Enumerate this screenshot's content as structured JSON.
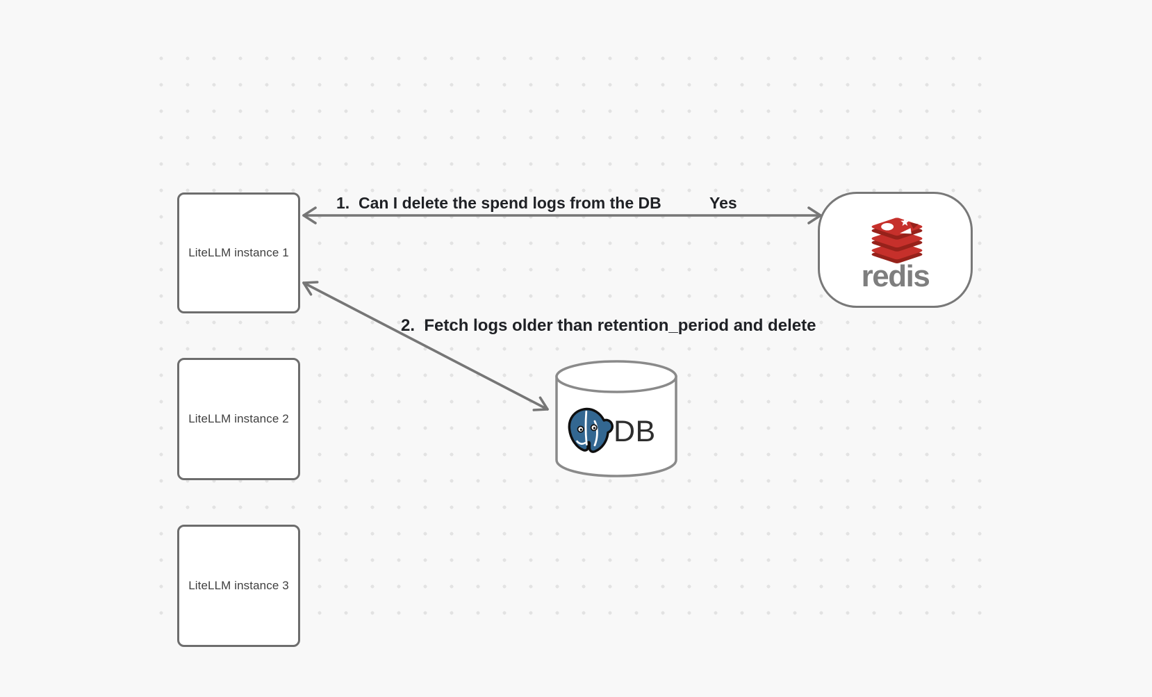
{
  "diagram": {
    "background_color": "#f8f8f8",
    "dot_color": "#e3e3e3",
    "stroke_color": "#767676",
    "nodes": {
      "instance1": "LiteLLM instance 1",
      "instance2": "LiteLLM instance 2",
      "instance3": "LiteLLM instance 3",
      "redis_wordmark": "redis",
      "db_label": "DB"
    },
    "arrows": {
      "arrow1": {
        "label": "1.  Can I delete the spend logs from the DB",
        "answer": "Yes",
        "from": "LiteLLM instance 1",
        "to": "redis",
        "double_headed": true
      },
      "arrow2": {
        "label": "2.  Fetch logs older than retention_period and delete",
        "from": "LiteLLM instance 1",
        "to": "DB",
        "double_headed": true
      }
    },
    "colors": {
      "redis_red": "#c6302b",
      "redis_dark_red": "#96211a",
      "postgres_blue": "#336791",
      "box_border": "#6d6d6d"
    }
  }
}
